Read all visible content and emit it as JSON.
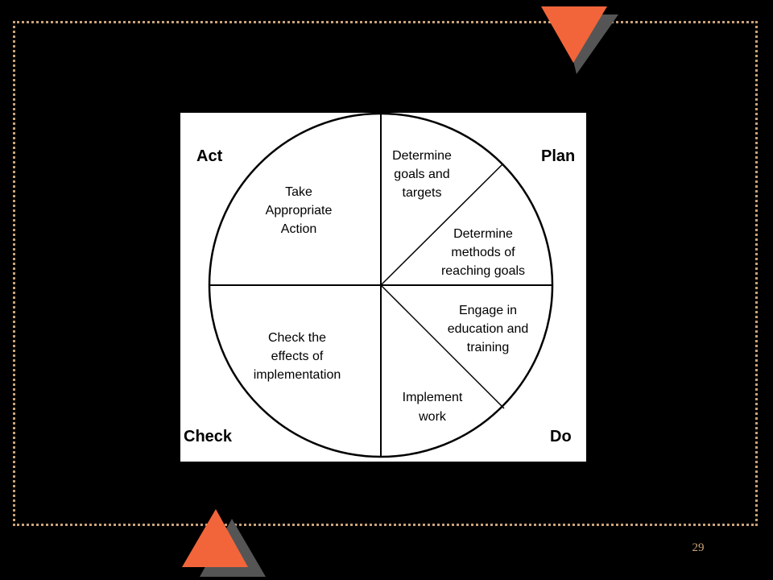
{
  "slide": {
    "page_number": "29",
    "colors": {
      "background": "#000000",
      "frame": "#c9a27a",
      "accent": "#f2653a",
      "shadow": "#555555"
    }
  },
  "diagram": {
    "corners": {
      "act": "Act",
      "plan": "Plan",
      "check": "Check",
      "do": "Do"
    },
    "segments": {
      "take_action": [
        "Take",
        "Appropriate",
        "Action"
      ],
      "goals_targets": [
        "Determine",
        "goals and",
        "targets"
      ],
      "methods": [
        "Determine",
        "methods of",
        "reaching goals"
      ],
      "education": [
        "Engage in",
        "education and",
        "training"
      ],
      "implement": [
        "Implement",
        "work"
      ],
      "check_effects": [
        "Check the",
        "effects of",
        "implementation"
      ]
    }
  }
}
